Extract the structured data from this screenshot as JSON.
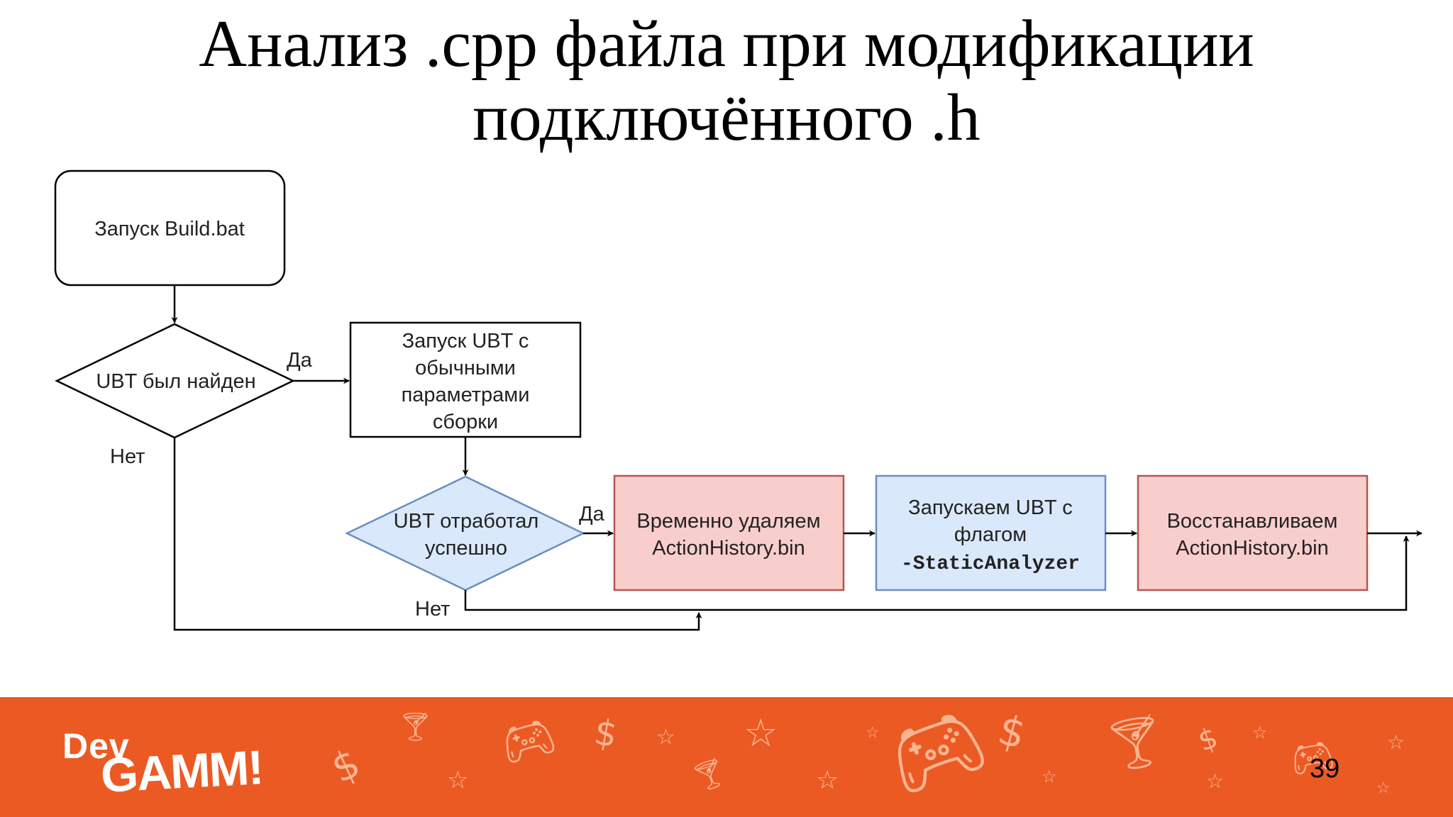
{
  "slide": {
    "title_line1": "Анализ .cpp файла при модификации",
    "title_line2": "подключённого .h",
    "page_number": "39"
  },
  "diagram": {
    "start": "Запуск Build.bat",
    "decision1": "UBT был найден",
    "yes1": "Да",
    "no1": "Нет",
    "normal_build": [
      "Запуск UBT с",
      "обычными",
      "параметрами",
      "сборки"
    ],
    "decision2": [
      "UBT отработал",
      "успешно"
    ],
    "yes2": "Да",
    "no2": "Нет",
    "remove_history": [
      "Временно удаляем",
      "ActionHistory.bin"
    ],
    "static_analyzer": [
      "Запускаем UBT с",
      "флагом",
      "-StaticAnalyzer"
    ],
    "restore_history": [
      "Восстанавливаем",
      "ActionHistory.bin"
    ]
  },
  "colors": {
    "footer": "#ec5a24",
    "pink_fill": "#f8cecc",
    "pink_stroke": "#b85450",
    "blue_fill": "#dae8fc",
    "blue_stroke": "#6c8ebf"
  },
  "footer": {
    "logo_dev": "Dev",
    "logo_gamm": "GAMM!",
    "decorations": [
      "dollar-icon",
      "cocktail-icon",
      "gamepad-icon",
      "star-icon"
    ]
  }
}
